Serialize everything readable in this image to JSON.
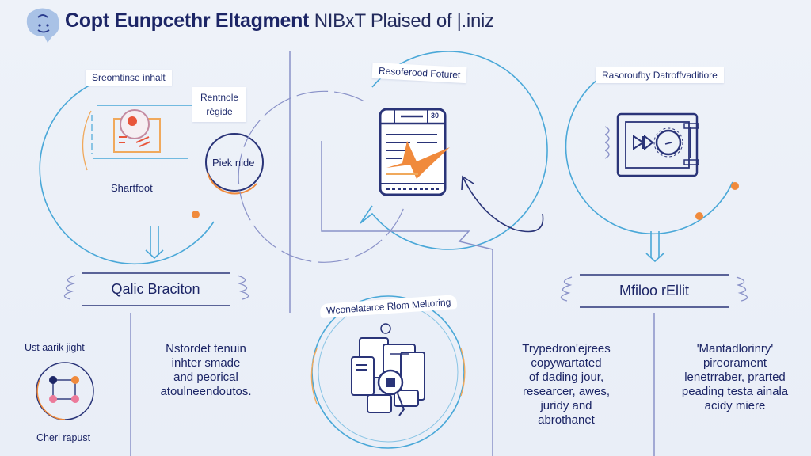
{
  "header": {
    "title_bold": "Copt Eunpcethr Eltagment",
    "title_rest": "NIBxT Plaised of |.iniz",
    "logo_icon": "face-bubble-icon"
  },
  "panels": {
    "left": {
      "tag_label": "Sreomtinse inhalt",
      "side_label_line1": "Rentnole",
      "side_label_line2": "régide",
      "node_label": "Piek nide",
      "caption": "Shartfoot",
      "icon": "camera-icon"
    },
    "middle": {
      "tag_label": "Resoferood Foturet",
      "icon": "document-chart-icon",
      "badge": "30"
    },
    "right": {
      "tag_label": "Rasoroufby Datroffvaditiore",
      "icon": "machine-gear-icon"
    },
    "monitoring": {
      "arc_label": "Wconelatarce Rlom Meltoring",
      "icon": "devices-magnifier-icon"
    }
  },
  "banners": {
    "left": "Qalic Braciton",
    "right": "Mfiloo rEllit"
  },
  "bottom": {
    "col1_top": "Ust aarik jight",
    "col1_bottom": "Cherl rapust",
    "col1_icon": "network-nodes-icon",
    "col2": [
      "Nstordet tenuin",
      "inhter smade",
      "and peorical",
      "atoulneendoutos."
    ],
    "col3": [
      "Trypedron'ejrees",
      "copywartated",
      "of dading jour,",
      "researcer, awes,",
      "juridy and",
      "abrothanet"
    ],
    "col4": [
      "'Mantadlorinry'",
      "pireorament",
      "lenetrraber, prarted",
      "peading testa ainala",
      "acidy miere"
    ]
  },
  "colors": {
    "navy": "#1c2566",
    "cyan": "#4aa8d8",
    "orange": "#f08a3c",
    "lavender": "#8a92c8",
    "background": "#eaeff8"
  }
}
